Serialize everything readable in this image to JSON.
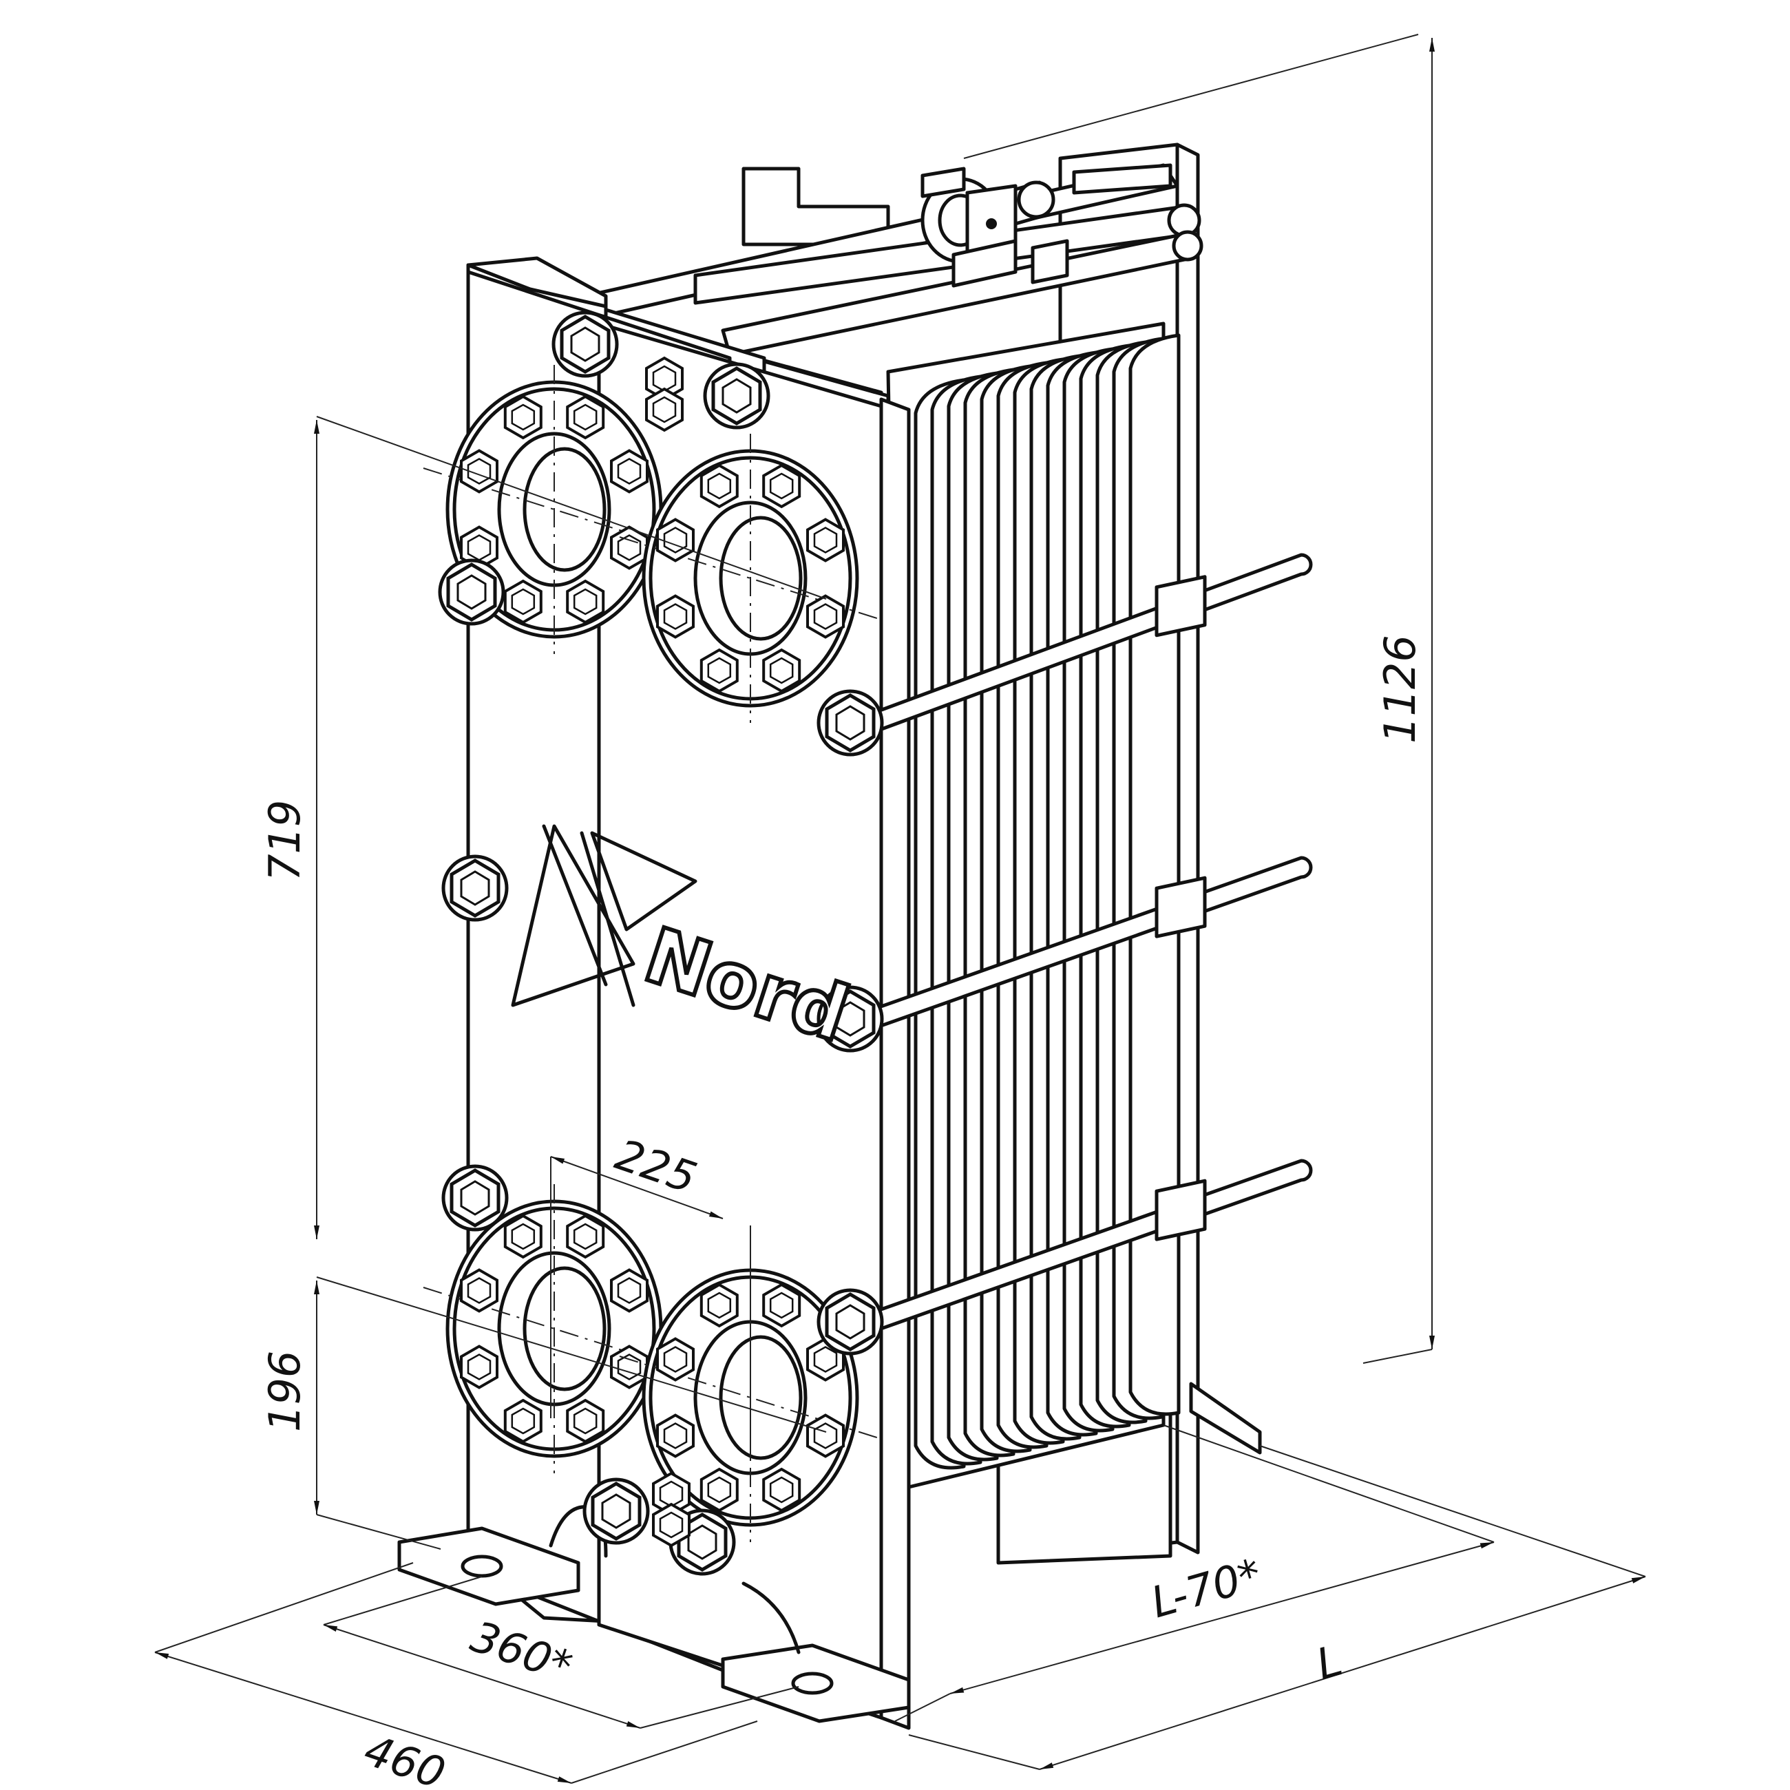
{
  "brand": {
    "name": "Nord"
  },
  "dimensions": {
    "overall_height": "1126",
    "port_vertical_spacing": "719",
    "bottom_port_height": "196",
    "port_horizontal_spacing": "225",
    "foot_bolt_spacing": "360*",
    "frame_width": "460",
    "inner_length": "L-70*",
    "overall_length": "L"
  },
  "colors": {
    "line": "#111111",
    "background": "#ffffff"
  }
}
